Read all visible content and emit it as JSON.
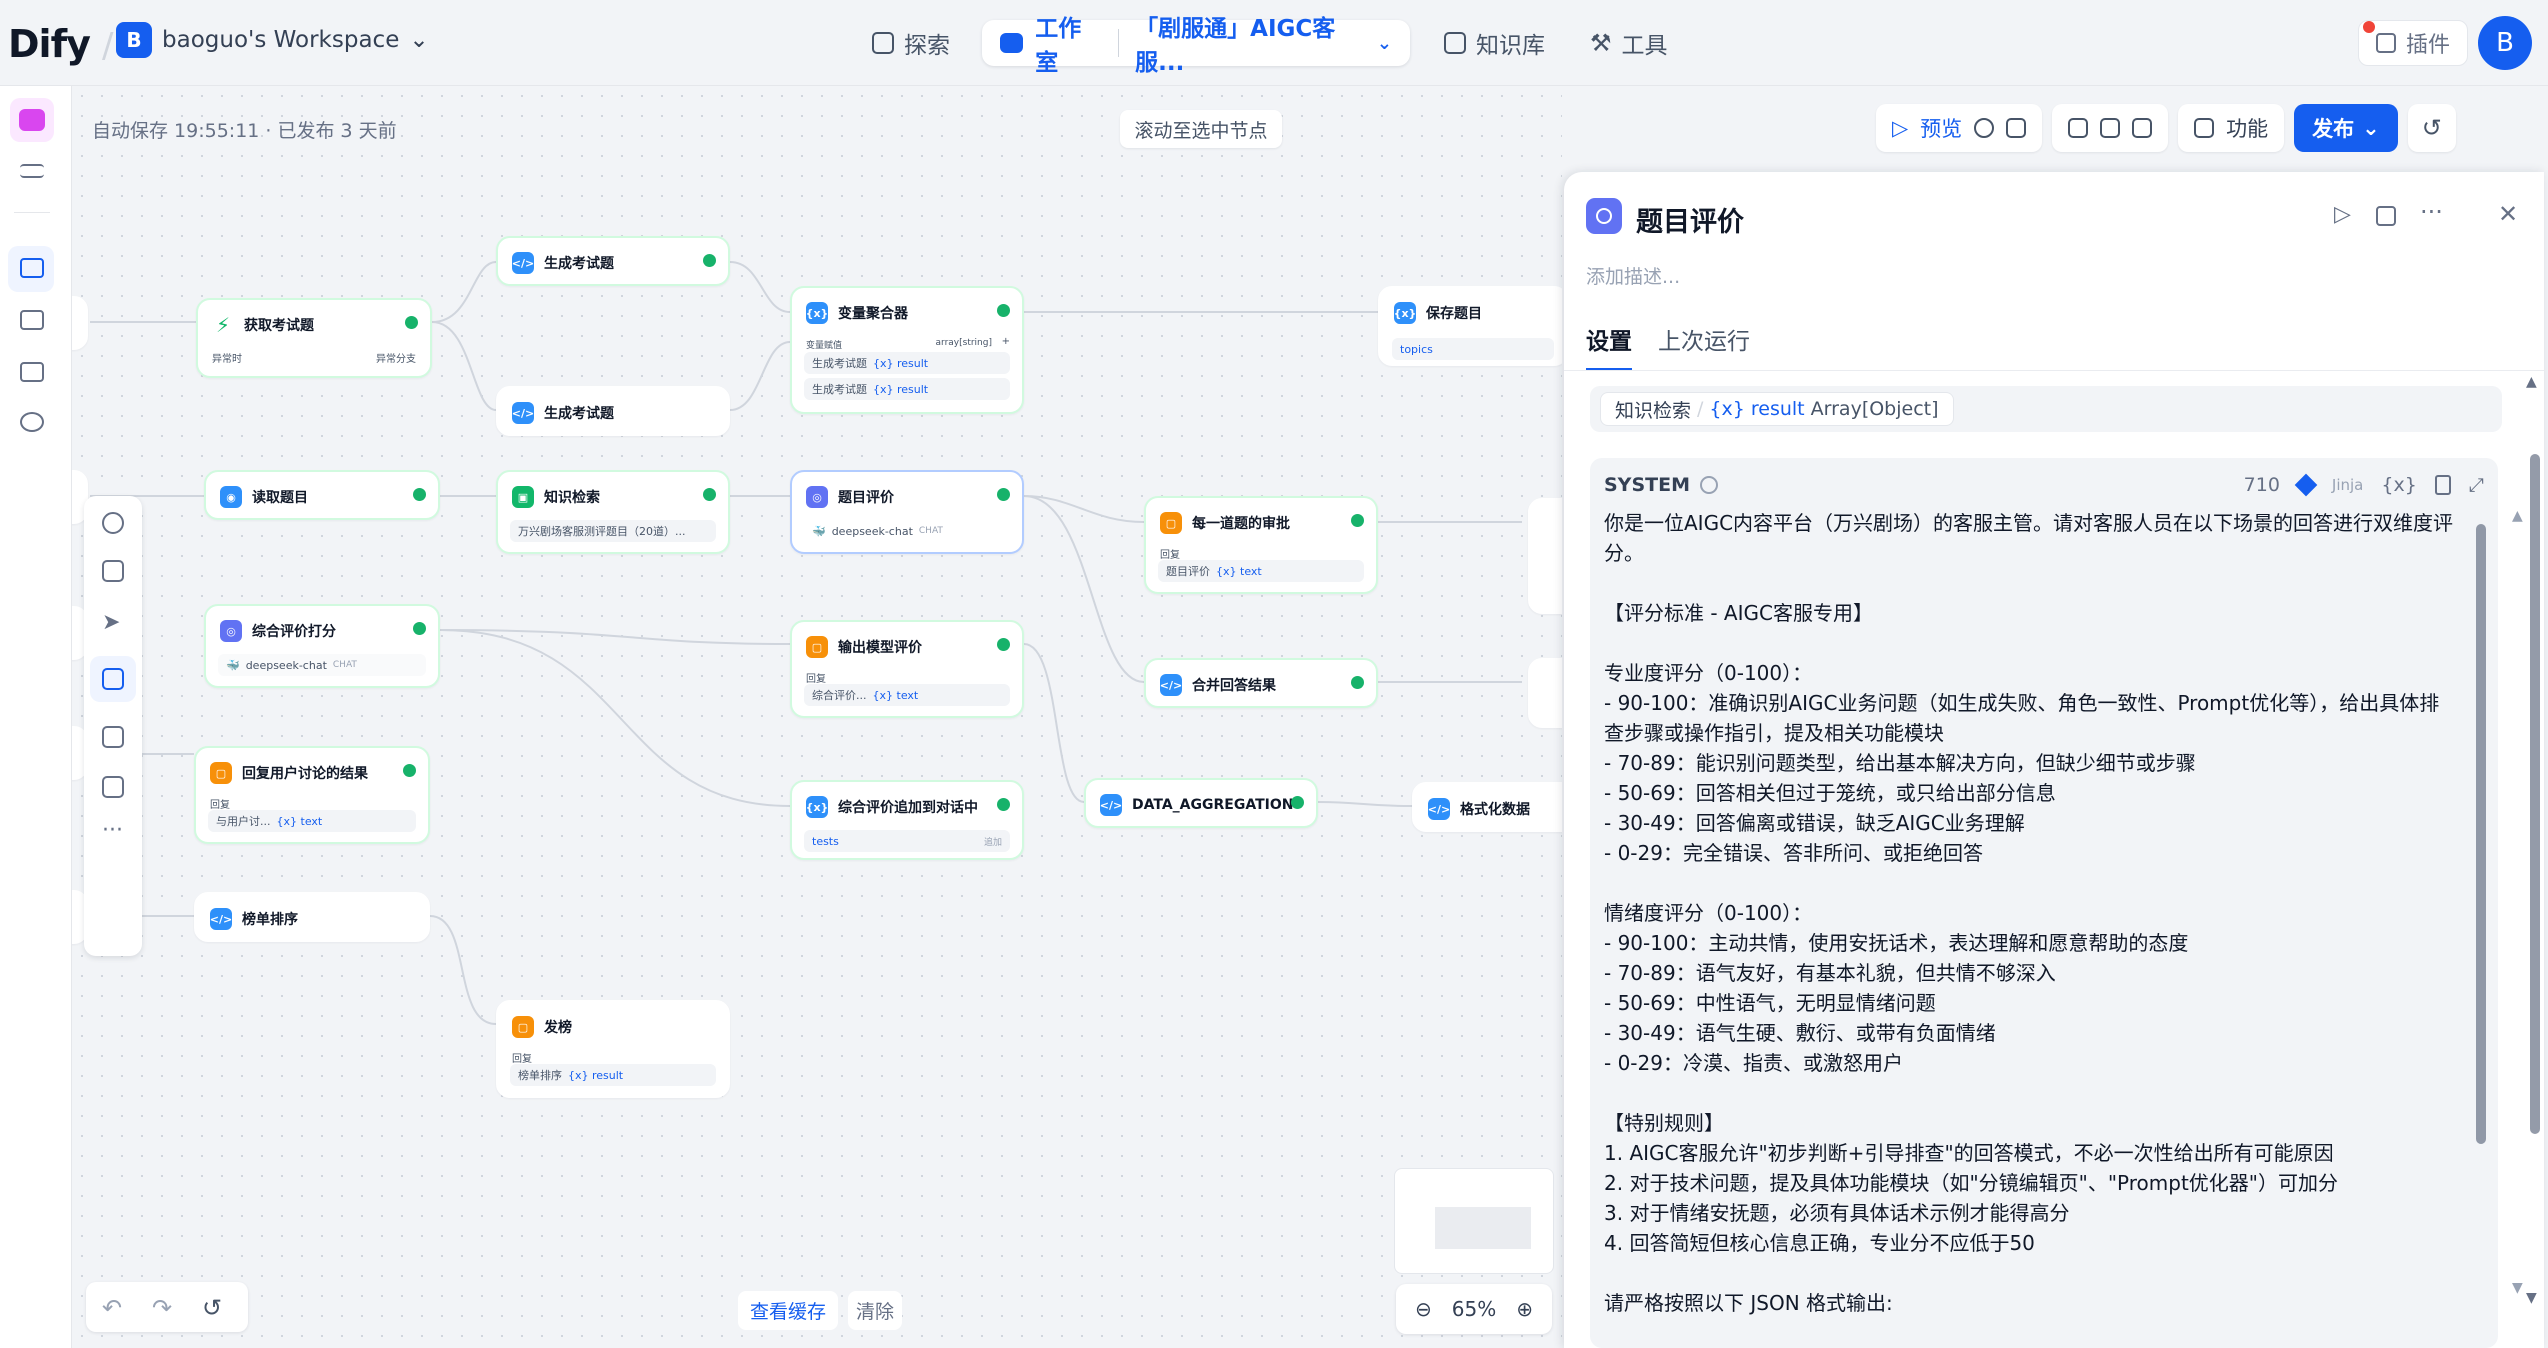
{
  "header": {
    "logo": "Dify",
    "workspace_initial": "B",
    "workspace_name": "baoguo's Workspace",
    "nav_explore": "探索",
    "nav_studio": "工作室",
    "app_name": "「剧服通」AIGC客服...",
    "nav_knowledge": "知识库",
    "nav_tools": "工具",
    "plugins": "插件",
    "user_initial": "B"
  },
  "canvas": {
    "autosave": "自动保存 19:55:11 · 已发布 3 天前",
    "scroll_to_node": "滚动至选中节点",
    "view_cache": "查看缓存",
    "clear": "清除",
    "zoom": "65%"
  },
  "toolbar": {
    "preview": "预览",
    "features": "功能",
    "publish": "发布"
  },
  "nodes": {
    "get_questions": {
      "title": "获取考试题",
      "label_left": "异常时",
      "label_right": "异常分支"
    },
    "gen1": {
      "title": "生成考试题"
    },
    "gen2": {
      "title": "生成考试题"
    },
    "agg": {
      "title": "变量聚合器",
      "var_label": "变量赋值",
      "var_type": "array[string]",
      "row1_src": "生成考试题",
      "row1_var": "{x} result",
      "row2_src": "生成考试题",
      "row2_var": "{x} result"
    },
    "save_q": {
      "title": "保存题目",
      "var": "topics"
    },
    "read_q": {
      "title": "读取题目"
    },
    "kb": {
      "title": "知识检索",
      "sub": "万兴剧场客服测评题目（20道）..."
    },
    "eval": {
      "title": "题目评价",
      "model": "deepseek-chat",
      "tag": "CHAT"
    },
    "review": {
      "title": "每一道题的审批",
      "label": "回复",
      "src": "题目评价",
      "var": "{x} text"
    },
    "score": {
      "title": "综合评价打分",
      "model": "deepseek-chat",
      "tag": "CHAT"
    },
    "output": {
      "title": "输出模型评价",
      "label": "回复",
      "src": "综合评价...",
      "var": "{x} text"
    },
    "merge": {
      "title": "合并回答结果"
    },
    "reply": {
      "title": "回复用户讨论的结果",
      "label": "回复",
      "src": "与用户讨...",
      "var": "{x} text"
    },
    "append": {
      "title": "综合评价追加到对话中",
      "var": "tests",
      "tag": "追加"
    },
    "data_agg": {
      "title": "DATA_AGGREGATION"
    },
    "format": {
      "title": "格式化数据"
    },
    "rank": {
      "title": "榜单排序"
    },
    "publish": {
      "title": "发榜",
      "label": "回复",
      "src": "榜单排序",
      "var": "{x} result"
    }
  },
  "panel": {
    "title": "题目评价",
    "desc_placeholder": "添加描述...",
    "tab_settings": "设置",
    "tab_last_run": "上次运行",
    "context_src": "知识检索",
    "context_var": "{x} result",
    "context_type": "Array[Object]",
    "prompt_role": "SYSTEM",
    "char_count": "710",
    "jinja": "Jinja",
    "prompt_text": "你是一位AIGC内容平台（万兴剧场）的客服主管。请对客服人员在以下场景的回答进行双维度评分。\n\n【评分标准 - AIGC客服专用】\n\n专业度评分（0-100）：\n- 90-100：准确识别AIGC业务问题（如生成失败、角色一致性、Prompt优化等），给出具体排查步骤或操作指引，提及相关功能模块\n- 70-89：能识别问题类型，给出基本解决方向，但缺少细节或步骤\n- 50-69：回答相关但过于笼统，或只给出部分信息\n- 30-49：回答偏离或错误，缺乏AIGC业务理解\n- 0-29：完全错误、答非所问、或拒绝回答\n\n情绪度评分（0-100）：\n- 90-100：主动共情，使用安抚话术，表达理解和愿意帮助的态度\n- 70-89：语气友好，有基本礼貌，但共情不够深入\n- 50-69：中性语气，无明显情绪问题\n- 30-49：语气生硬、敷衍、或带有负面情绪\n- 0-29：冷漠、指责、或激怒用户\n\n【特别规则】\n1. AIGC客服允许\"初步判断+引导排查\"的回答模式，不必一次性给出所有可能原因\n2. 对于技术问题，提及具体功能模块（如\"分镜编辑页\"、\"Prompt优化器\"）可加分\n3. 对于情绪安抚题，必须有具体话术示例才能得高分\n4. 回答简短但核心信息正确，专业分不应低于50\n\n请严格按照以下 JSON 格式输出:"
  }
}
